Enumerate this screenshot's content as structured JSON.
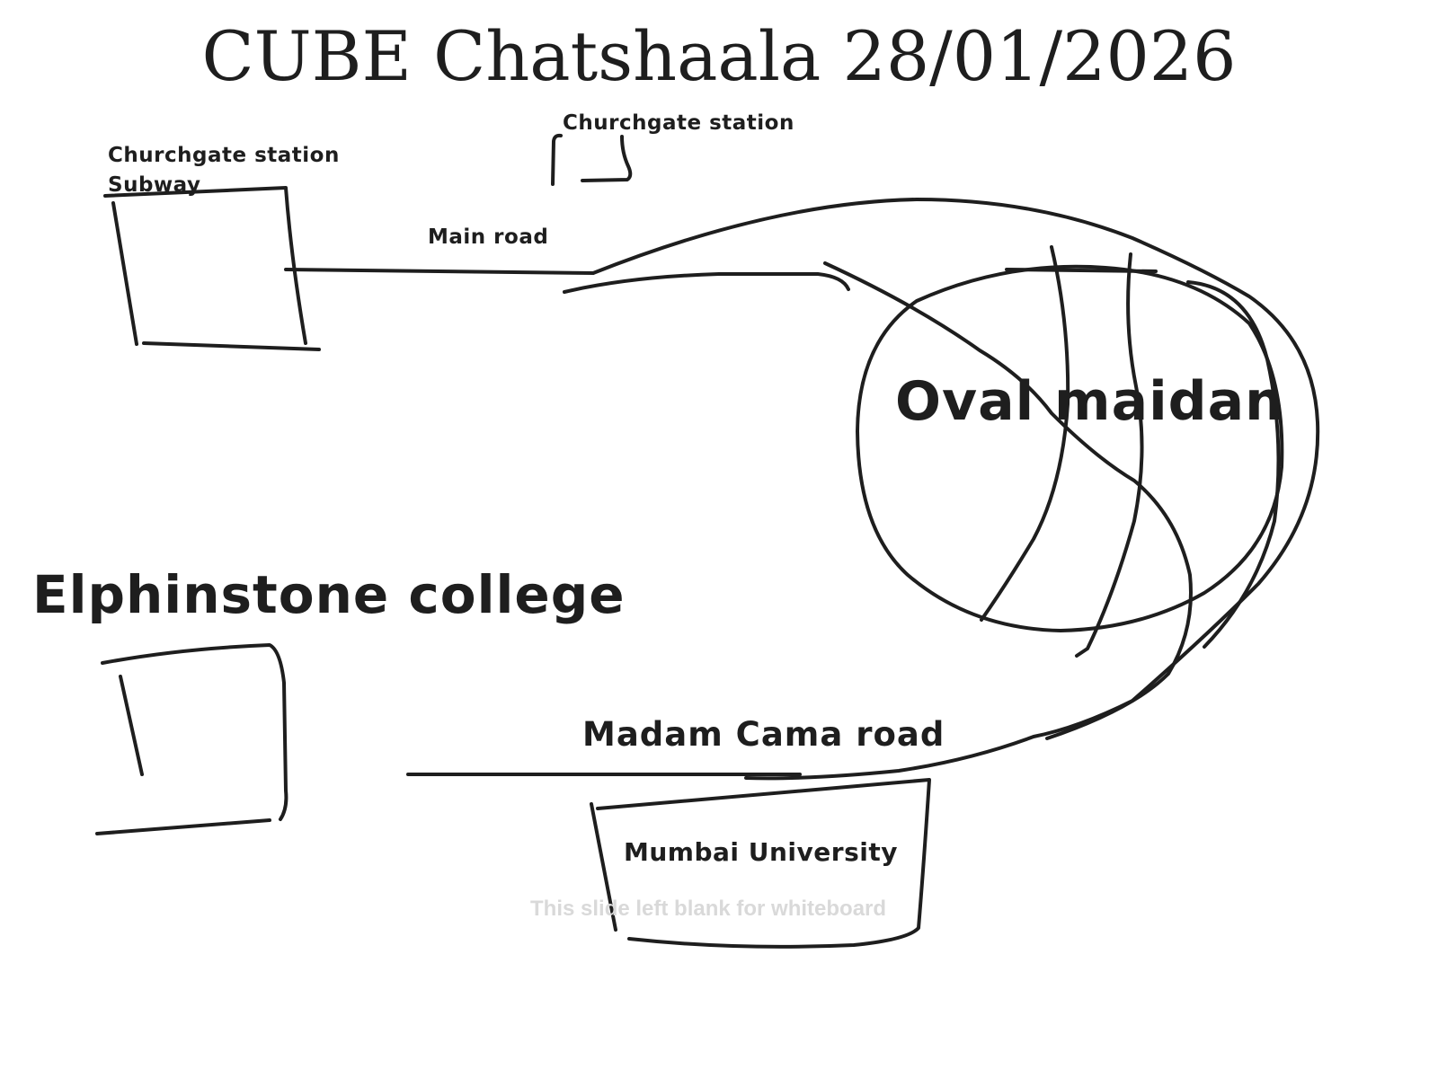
{
  "slide": {
    "title": "CUBE Chatshaala 28/01/2026",
    "placeholder_note": "This slide left blank for whiteboard"
  },
  "labels": {
    "churchgate_subway_line1": "Churchgate station",
    "churchgate_subway_line2": "Subway",
    "churchgate_station": "Churchgate station",
    "main_road": "Main road",
    "oval_maidan": "Oval maidan",
    "elphinstone_college": "Elphinstone college",
    "madam_cama_road": "Madam Cama road",
    "mumbai_university": "Mumbai University"
  },
  "colors": {
    "ink": "#1e1e1e",
    "background": "#ffffff",
    "placeholder": "#d9d9d9"
  }
}
